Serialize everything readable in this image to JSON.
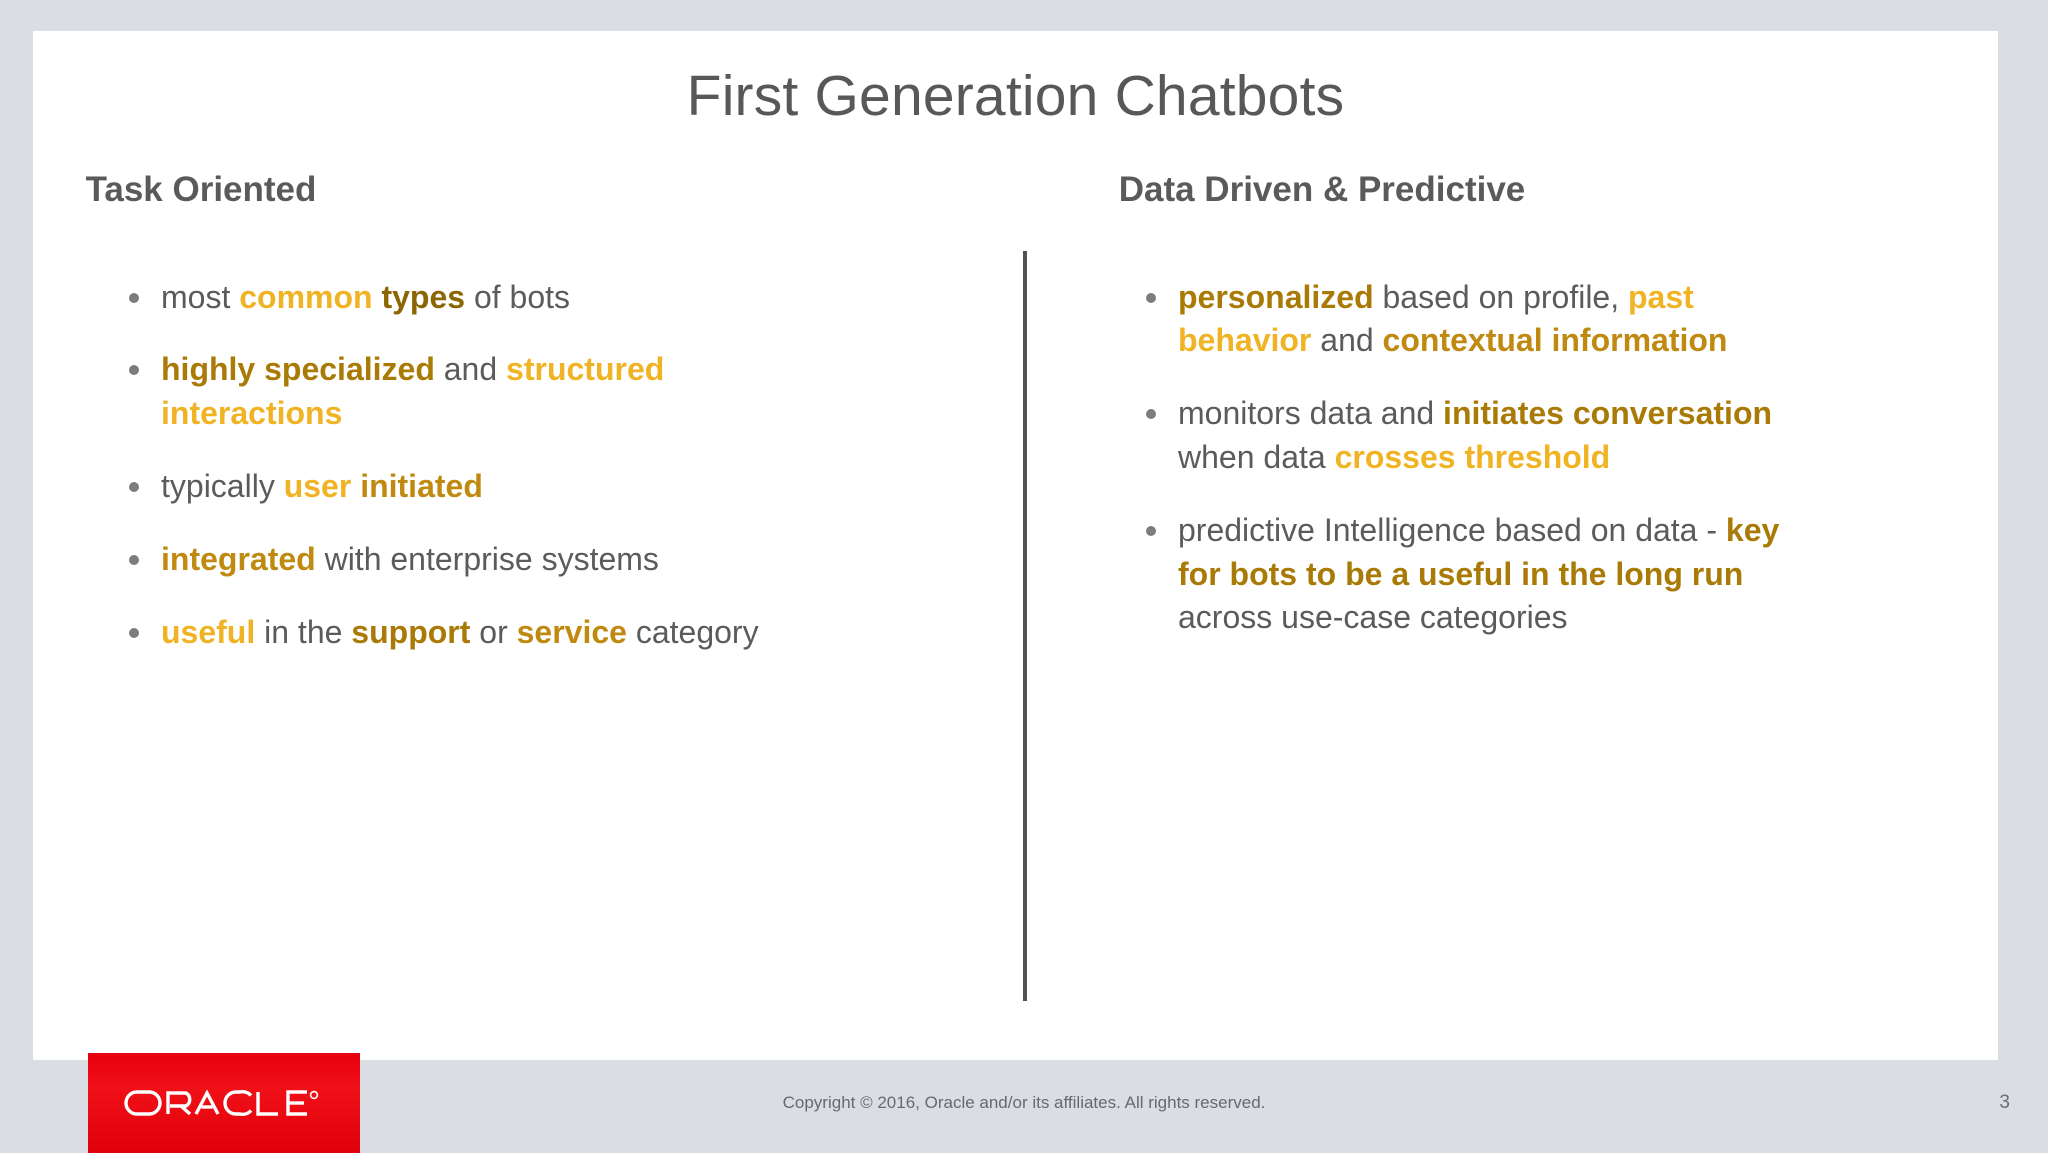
{
  "slide": {
    "title": "First Generation Chatbots",
    "page_number": "3",
    "colors": {
      "background": "#dadee4",
      "card": "#ffffff",
      "title_text": "#585858",
      "body_text": "#5b5b5b",
      "divider": "#4f5256",
      "gold_light": "#f0b323",
      "gold_mid": "#e0a526",
      "gold_dark": "#c08a10",
      "gold_deep": "#a97a06",
      "gold_brown": "#8c6604",
      "oracle_red": "#ea0014"
    }
  },
  "columns": [
    {
      "heading": "Task Oriented",
      "bullets": [
        {
          "bullet_color": "grey",
          "runs": [
            {
              "text": "most ",
              "style": "plain"
            },
            {
              "text": "common",
              "style": "gold-light"
            },
            {
              "text": " ",
              "style": "plain"
            },
            {
              "text": "types",
              "style": "gold-brown"
            },
            {
              "text": " of bots",
              "style": "plain"
            }
          ]
        },
        {
          "bullet_color": "gold",
          "runs": [
            {
              "text": "highly specialized",
              "style": "gold-deep"
            },
            {
              "text": " and ",
              "style": "plain"
            },
            {
              "text": "structured interactions",
              "style": "gold-light"
            }
          ]
        },
        {
          "bullet_color": "grey",
          "runs": [
            {
              "text": "typically ",
              "style": "plain"
            },
            {
              "text": "user",
              "style": "gold-light"
            },
            {
              "text": " ",
              "style": "plain"
            },
            {
              "text": "initiated",
              "style": "gold-dark"
            }
          ]
        },
        {
          "bullet_color": "gold",
          "runs": [
            {
              "text": "integrated",
              "style": "gold-dark"
            },
            {
              "text": " with enterprise systems",
              "style": "plain"
            }
          ]
        },
        {
          "bullet_color": "gold",
          "runs": [
            {
              "text": "useful",
              "style": "gold-light"
            },
            {
              "text": " in the ",
              "style": "plain"
            },
            {
              "text": "support",
              "style": "gold-deep"
            },
            {
              "text": " or ",
              "style": "plain"
            },
            {
              "text": "service",
              "style": "gold-dark"
            },
            {
              "text": " category",
              "style": "plain"
            }
          ]
        }
      ]
    },
    {
      "heading": "Data Driven & Predictive",
      "bullets": [
        {
          "bullet_color": "deep",
          "runs": [
            {
              "text": "personalized",
              "style": "gold-deep"
            },
            {
              "text": " based on profile, ",
              "style": "plain"
            },
            {
              "text": "past behavior",
              "style": "gold-light"
            },
            {
              "text": " and ",
              "style": "plain"
            },
            {
              "text": "contextual information",
              "style": "gold-dark"
            }
          ]
        },
        {
          "bullet_color": "grey",
          "runs": [
            {
              "text": "monitors data and ",
              "style": "plain"
            },
            {
              "text": "initiates conversation",
              "style": "gold-deep"
            },
            {
              "text": " when data ",
              "style": "plain"
            },
            {
              "text": "crosses threshold",
              "style": "gold-light"
            }
          ]
        },
        {
          "bullet_color": "grey",
          "runs": [
            {
              "text": "predictive Intelligence based on data - ",
              "style": "plain"
            },
            {
              "text": "key for bots to be a useful in the long run",
              "style": "gold-deep"
            },
            {
              "text": " across use-case categories",
              "style": "plain"
            }
          ]
        }
      ]
    }
  ],
  "footer": {
    "logo_text": "ORACLE",
    "logo_mark": "registered-trademark",
    "copyright": "Copyright © 2016, Oracle and/or its affiliates. All rights reserved."
  }
}
